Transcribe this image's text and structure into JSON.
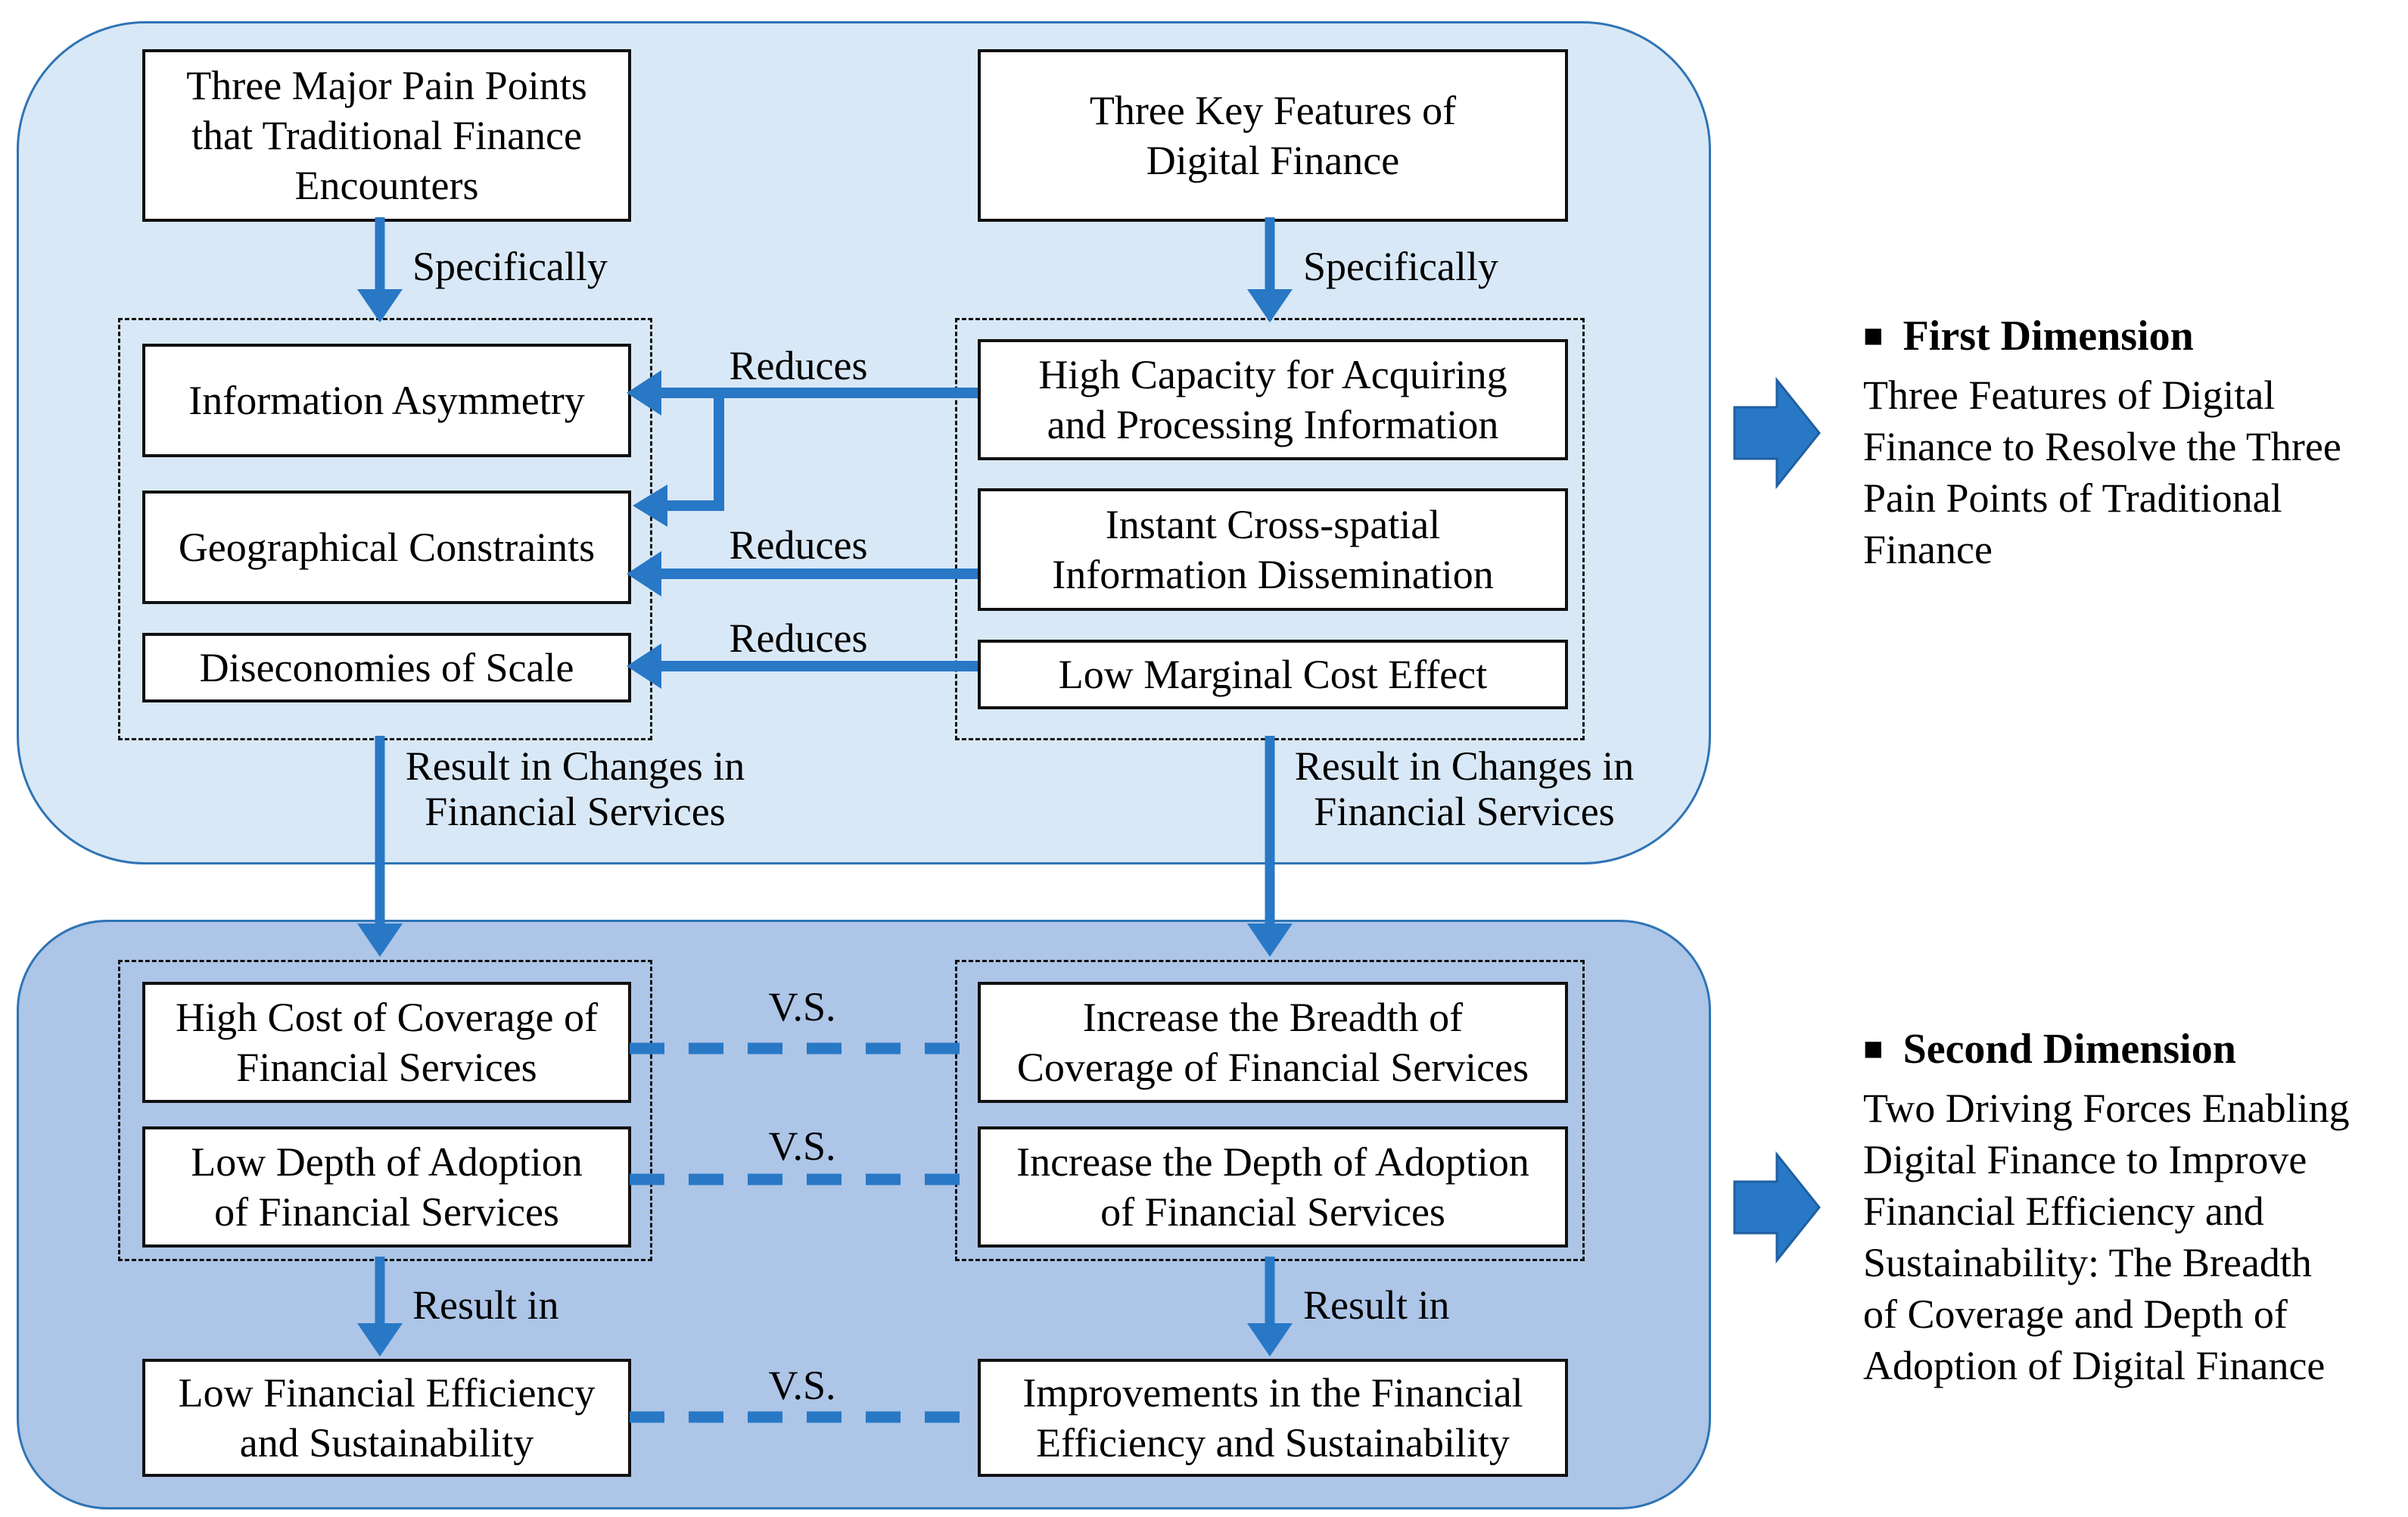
{
  "top": {
    "pain_title": {
      "lines": [
        "Three Major Pain Points",
        "that Traditional Finance",
        "Encounters"
      ]
    },
    "features_title": {
      "lines": [
        "Three Key Features of",
        "Digital Finance"
      ]
    }
  },
  "pain_points": {
    "items": [
      {
        "label": "Information Asymmetry"
      },
      {
        "label": "Geographical Constraints"
      },
      {
        "label": "Diseconomies of Scale"
      }
    ]
  },
  "features": {
    "items": [
      {
        "lines": [
          "High Capacity for Acquiring",
          "and Processing Information"
        ]
      },
      {
        "lines": [
          "Instant Cross-spatial",
          "Information Dissemination"
        ]
      },
      {
        "lines": [
          "Low Marginal Cost Effect"
        ]
      }
    ]
  },
  "panel2": {
    "left": [
      {
        "lines": [
          "High Cost of Coverage of",
          "Financial Services"
        ]
      },
      {
        "lines": [
          "Low Depth of Adoption",
          "of Financial Services"
        ]
      }
    ],
    "right": [
      {
        "lines": [
          "Increase the Breadth of",
          "Coverage of Financial Services"
        ]
      },
      {
        "lines": [
          "Increase the Depth of Adoption",
          "of Financial Services"
        ]
      }
    ]
  },
  "outcomes": {
    "left": {
      "lines": [
        "Low Financial Efficiency",
        "and Sustainability"
      ]
    },
    "right": {
      "lines": [
        "Improvements in the Financial",
        "Efficiency and Sustainability"
      ]
    }
  },
  "labels": {
    "specifically": "Specifically",
    "reduces": "Reduces",
    "result_changes": {
      "lines": [
        "Result in Changes in",
        "Financial Services"
      ]
    },
    "vs": "V.S.",
    "result_in": "Result in"
  },
  "annotations": {
    "first": {
      "bullet": "■",
      "title": "First Dimension",
      "lines": [
        "Three Features of Digital",
        "Finance to Resolve the Three",
        "Pain Points of Traditional",
        "Finance"
      ]
    },
    "second": {
      "bullet": "■",
      "title": "Second Dimension",
      "lines": [
        "Two Driving Forces Enabling",
        "Digital Finance to Improve",
        "Financial Efficiency and",
        "Sustainability: The Breadth",
        "of Coverage and Depth of",
        "Adoption of Digital Finance"
      ]
    }
  },
  "colors": {
    "panel_light": "#d9e8f6",
    "panel_medium": "#adc5e7",
    "panel_border": "#2e74b5",
    "arrow_blue": "#2878c6",
    "box_border": "#111111",
    "box_fill": "#ffffff",
    "text": "#000000"
  }
}
